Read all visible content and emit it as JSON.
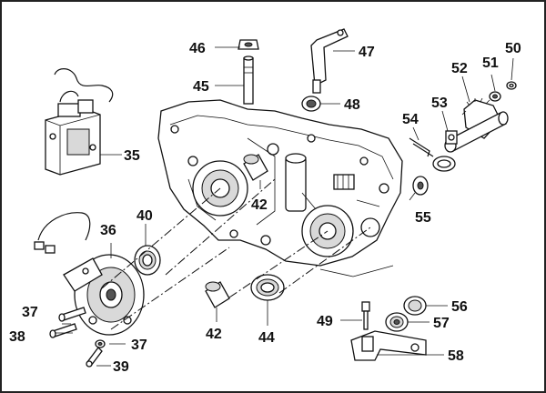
{
  "diagram": {
    "callouts": [
      {
        "id": "c35",
        "label": "35"
      },
      {
        "id": "c36",
        "label": "36"
      },
      {
        "id": "c37a",
        "label": "37"
      },
      {
        "id": "c37b",
        "label": "37"
      },
      {
        "id": "c38",
        "label": "38"
      },
      {
        "id": "c39",
        "label": "39"
      },
      {
        "id": "c40",
        "label": "40"
      },
      {
        "id": "c42a",
        "label": "42"
      },
      {
        "id": "c42b",
        "label": "42"
      },
      {
        "id": "c44",
        "label": "44"
      },
      {
        "id": "c45",
        "label": "45"
      },
      {
        "id": "c46",
        "label": "46"
      },
      {
        "id": "c47",
        "label": "47"
      },
      {
        "id": "c48",
        "label": "48"
      },
      {
        "id": "c49",
        "label": "49"
      },
      {
        "id": "c50",
        "label": "50"
      },
      {
        "id": "c51",
        "label": "51"
      },
      {
        "id": "c52",
        "label": "52"
      },
      {
        "id": "c53",
        "label": "53"
      },
      {
        "id": "c54",
        "label": "54"
      },
      {
        "id": "c55",
        "label": "55"
      },
      {
        "id": "c56",
        "label": "56"
      },
      {
        "id": "c57",
        "label": "57"
      },
      {
        "id": "c58",
        "label": "58"
      }
    ]
  }
}
